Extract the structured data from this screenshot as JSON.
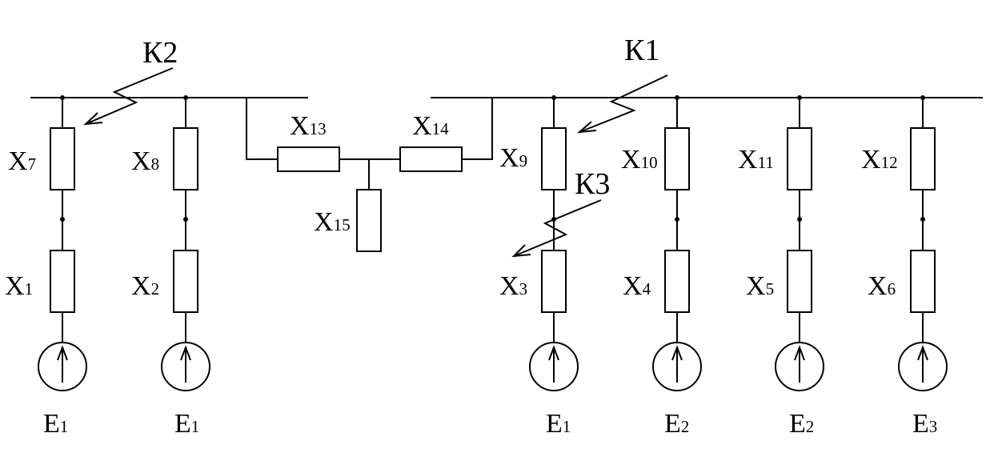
{
  "faults": [
    {
      "id": "K2",
      "label": "К2"
    },
    {
      "id": "K1",
      "label": "К1"
    },
    {
      "id": "K3",
      "label": "К3"
    }
  ],
  "reactances": [
    {
      "id": "X1",
      "letter": "X",
      "index": "1"
    },
    {
      "id": "X2",
      "letter": "X",
      "index": "2"
    },
    {
      "id": "X3",
      "letter": "X",
      "index": "3"
    },
    {
      "id": "X4",
      "letter": "X",
      "index": "4"
    },
    {
      "id": "X5",
      "letter": "X",
      "index": "5"
    },
    {
      "id": "X6",
      "letter": "X",
      "index": "6"
    },
    {
      "id": "X7",
      "letter": "X",
      "index": "7"
    },
    {
      "id": "X8",
      "letter": "X",
      "index": "8"
    },
    {
      "id": "X9",
      "letter": "X",
      "index": "9"
    },
    {
      "id": "X10",
      "letter": "X",
      "index": "10"
    },
    {
      "id": "X11",
      "letter": "X",
      "index": "11"
    },
    {
      "id": "X12",
      "letter": "X",
      "index": "12"
    },
    {
      "id": "X13",
      "letter": "X",
      "index": "13"
    },
    {
      "id": "X14",
      "letter": "X",
      "index": "14"
    },
    {
      "id": "X15",
      "letter": "X",
      "index": "15"
    }
  ],
  "sources": [
    {
      "letter": "E",
      "index": "1"
    },
    {
      "letter": "E",
      "index": "1"
    },
    {
      "letter": "E",
      "index": "1"
    },
    {
      "letter": "E",
      "index": "2"
    },
    {
      "letter": "E",
      "index": "2"
    },
    {
      "letter": "E",
      "index": "3"
    }
  ]
}
